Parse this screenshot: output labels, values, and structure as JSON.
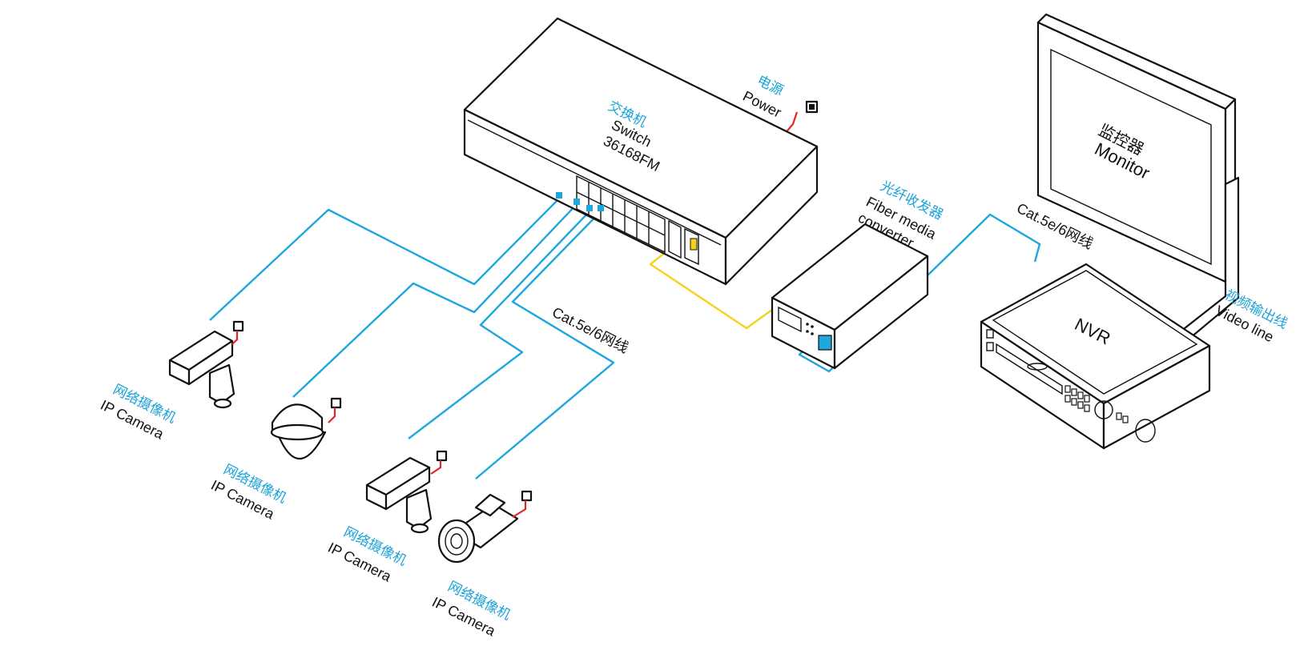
{
  "colors": {
    "cable_blue": "#1ea7dc",
    "cable_yellow": "#f5d21c",
    "power_red": "#e0262a",
    "label_cyan": "#1aa3d9",
    "outline": "#111111"
  },
  "switch": {
    "cn": "交换机",
    "en": "Switch",
    "model": "36168FM"
  },
  "power": {
    "cn": "电源",
    "en": "Power"
  },
  "fiber": {
    "cn": "光纤收发器",
    "en1": "Fiber media",
    "en2": "converter"
  },
  "monitor": {
    "cn": "监控器",
    "en": "Monitor"
  },
  "nvr": {
    "label": "NVR"
  },
  "video_line": {
    "cn": "视频输出线",
    "en": "Video line"
  },
  "cables": {
    "cat_right": "Cat.5e/6网线",
    "cat_left": "Cat.5e/6网线"
  },
  "cameras": [
    {
      "cn": "网络摄像机",
      "en": "IP Camera"
    },
    {
      "cn": "网络摄像机",
      "en": "IP Camera"
    },
    {
      "cn": "网络摄像机",
      "en": "IP Camera"
    },
    {
      "cn": "网络摄像机",
      "en": "IP Camera"
    }
  ]
}
